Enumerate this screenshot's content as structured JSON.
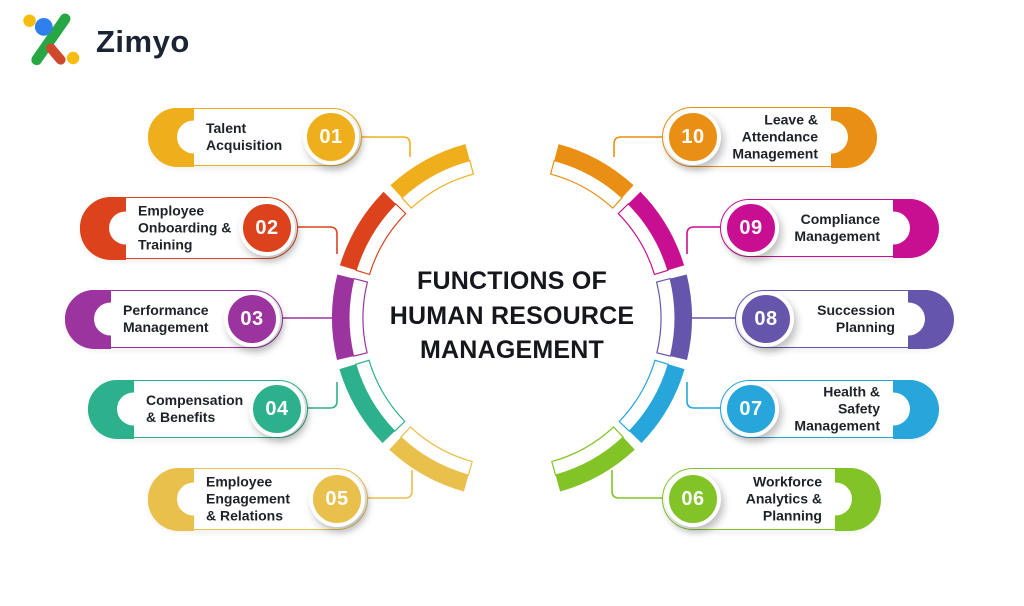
{
  "brand": {
    "name": "Zimyo",
    "logo_colors": {
      "yellow": "#F6BD0F",
      "blue": "#2F80EE",
      "green": "#27A744",
      "red": "#CE482B",
      "text": "#1B2433"
    }
  },
  "title": "FUNCTIONS OF HUMAN RESOURCE MANAGEMENT",
  "items": [
    {
      "num": "01",
      "label": "Talent Acquisition",
      "color": "#EFAF1D",
      "side": "left"
    },
    {
      "num": "02",
      "label": "Employee Onboarding & Training",
      "color": "#DC431C",
      "side": "left"
    },
    {
      "num": "03",
      "label": "Performance Management",
      "color": "#9C34A0",
      "side": "left"
    },
    {
      "num": "04",
      "label": "Compensation & Benefits",
      "color": "#2DB18C",
      "side": "left"
    },
    {
      "num": "05",
      "label": "Employee Engagement & Relations",
      "color": "#EAC04C",
      "side": "left"
    },
    {
      "num": "06",
      "label": "Workforce Analytics & Planning",
      "color": "#82C427",
      "side": "right"
    },
    {
      "num": "07",
      "label": "Health & Safety Management",
      "color": "#26A6DA",
      "side": "right"
    },
    {
      "num": "08",
      "label": "Succession Planning",
      "color": "#6656AB",
      "side": "right"
    },
    {
      "num": "09",
      "label": "Compliance Management",
      "color": "#C90F91",
      "side": "right"
    },
    {
      "num": "10",
      "label": "Leave & Attendance Management",
      "color": "#E98F14",
      "side": "right"
    }
  ]
}
